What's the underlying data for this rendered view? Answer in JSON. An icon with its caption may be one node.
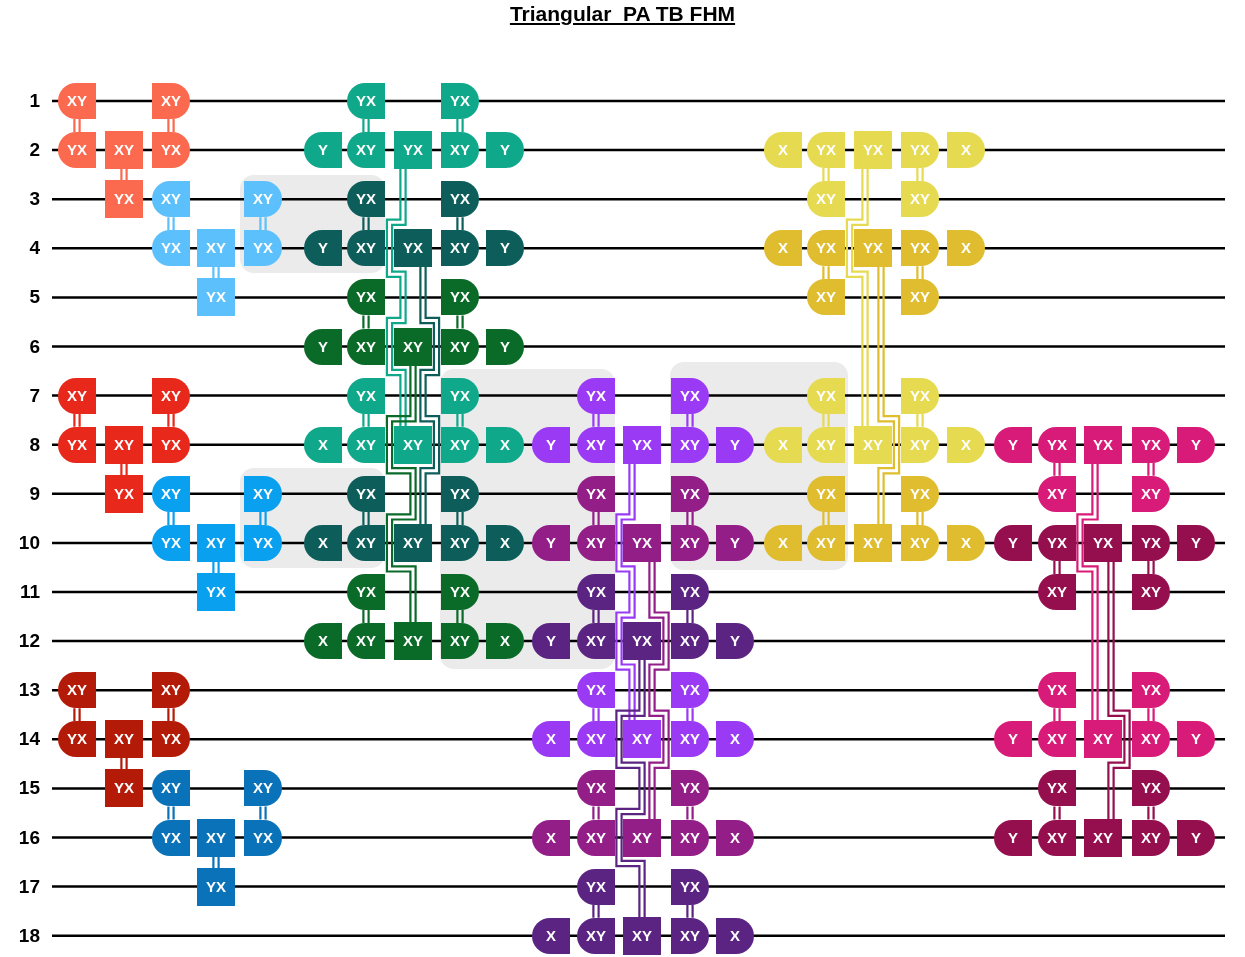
{
  "diagram": {
    "title": "Triangular  PA TB FHM",
    "nodes": [
      {
        "text": [
          "XY"
        ]
      },
      {
        "text": [
          "YX"
        ]
      },
      {
        "text": [
          "XY"
        ]
      },
      {
        "text": [
          "YX"
        ]
      },
      {
        "text": [
          "XY"
        ]
      },
      {
        "text": [
          "YX"
        ]
      },
      {
        "text": [
          "XY"
        ]
      },
      {
        "text": [
          "YX"
        ]
      },
      {
        "text": [
          "XY"
        ]
      },
      {
        "text": [
          "YX"
        ]
      },
      {
        "text": [
          "XY"
        ]
      },
      {
        "text": [
          "YX"
        ]
      },
      {
        "text": [
          "XY"
        ]
      },
      {
        "text": [
          "YX"
        ]
      },
      {
        "text": [
          "XY"
        ]
      },
      {
        "text": [
          "YX"
        ]
      },
      {
        "text": [
          "XY"
        ]
      },
      {
        "text": [
          "YX"
        ]
      },
      {
        "text": [
          "XY"
        ]
      },
      {
        "text": [
          "YX"
        ]
      },
      {
        "text": [
          "XY"
        ]
      },
      {
        "text": [
          "YX"
        ]
      },
      {
        "text": [
          "XY"
        ]
      },
      {
        "text": [
          "YX"
        ]
      },
      {
        "text": [
          "XY"
        ]
      },
      {
        "text": [
          "YX"
        ]
      },
      {
        "text": [
          "XY"
        ]
      },
      {
        "text": [
          "YX"
        ]
      },
      {
        "text": [
          "XY"
        ]
      },
      {
        "text": [
          "YX"
        ]
      },
      {
        "text": [
          "XY"
        ]
      },
      {
        "text": [
          "YX"
        ]
      },
      {
        "text": [
          "XY"
        ]
      },
      {
        "text": [
          "YX"
        ]
      },
      {
        "text": [
          "XY"
        ]
      },
      {
        "text": [
          "YX"
        ]
      },
      {
        "text": [
          "Y"
        ]
      },
      {
        "text": [
          "Y"
        ]
      },
      {
        "text": [
          "Y"
        ]
      },
      {
        "text": [
          "X"
        ]
      },
      {
        "text": [
          "X"
        ]
      },
      {
        "text": [
          "X"
        ]
      },
      {
        "text": [
          "YX"
        ]
      },
      {
        "text": [
          "XY"
        ]
      },
      {
        "text": [
          "YX"
        ]
      },
      {
        "text": [
          "XY"
        ]
      },
      {
        "text": [
          "YX"
        ]
      },
      {
        "text": [
          "XY"
        ]
      },
      {
        "text": [
          "YX"
        ]
      },
      {
        "text": [
          "XY"
        ]
      },
      {
        "text": [
          "YX"
        ]
      },
      {
        "text": [
          "XY"
        ]
      },
      {
        "text": [
          "YX"
        ]
      },
      {
        "text": [
          "XY"
        ]
      },
      {
        "text": [
          "YX"
        ]
      },
      {
        "text": [
          "YX"
        ]
      },
      {
        "text": [
          "XY"
        ]
      },
      {
        "text": [
          "XY"
        ]
      },
      {
        "text": [
          "XY"
        ]
      },
      {
        "text": [
          "XY"
        ]
      },
      {
        "text": [
          "YX"
        ]
      },
      {
        "text": [
          "XY"
        ]
      },
      {
        "text": [
          "YX"
        ]
      },
      {
        "text": [
          "XY"
        ]
      },
      {
        "text": [
          "YX"
        ]
      },
      {
        "text": [
          "XY"
        ]
      },
      {
        "text": [
          "YX"
        ]
      },
      {
        "text": [
          "XY"
        ]
      },
      {
        "text": [
          "YX"
        ]
      },
      {
        "text": [
          "XY"
        ]
      },
      {
        "text": [
          "YX"
        ]
      },
      {
        "text": [
          "XY"
        ]
      },
      {
        "text": [
          "Y"
        ]
      },
      {
        "text": [
          "Y"
        ]
      },
      {
        "text": [
          "Y"
        ]
      },
      {
        "text": [
          "X"
        ]
      },
      {
        "text": [
          "X"
        ]
      },
      {
        "text": [
          "X"
        ]
      },
      {
        "text": [
          "Y"
        ]
      },
      {
        "text": [
          "Y"
        ]
      },
      {
        "text": [
          "Y"
        ]
      },
      {
        "text": [
          "X"
        ]
      },
      {
        "text": [
          "X"
        ]
      },
      {
        "text": [
          "X"
        ]
      },
      {
        "text": [
          "YX"
        ]
      },
      {
        "text": [
          "XY"
        ]
      },
      {
        "text": [
          "YX"
        ]
      },
      {
        "text": [
          "XY"
        ]
      },
      {
        "text": [
          "YX"
        ]
      },
      {
        "text": [
          "XY"
        ]
      },
      {
        "text": [
          "YX"
        ]
      },
      {
        "text": [
          "XY"
        ]
      },
      {
        "text": [
          "YX"
        ]
      },
      {
        "text": [
          "XY"
        ]
      },
      {
        "text": [
          "YX"
        ]
      },
      {
        "text": [
          "XY"
        ]
      },
      {
        "text": [
          "YX"
        ]
      },
      {
        "text": [
          "YX"
        ]
      },
      {
        "text": [
          "YX"
        ]
      },
      {
        "text": [
          "XY"
        ]
      },
      {
        "text": [
          "XY"
        ]
      },
      {
        "text": [
          "XY"
        ]
      },
      {
        "text": [
          "YX"
        ]
      },
      {
        "text": [
          "XY"
        ]
      },
      {
        "text": [
          "YX"
        ]
      },
      {
        "text": [
          "XY"
        ]
      },
      {
        "text": [
          "YX"
        ]
      },
      {
        "text": [
          "XY"
        ]
      },
      {
        "text": [
          "YX"
        ]
      },
      {
        "text": [
          "XY"
        ]
      },
      {
        "text": [
          "YX"
        ]
      },
      {
        "text": [
          "XY"
        ]
      },
      {
        "text": [
          "YX"
        ]
      },
      {
        "text": [
          "XY"
        ]
      },
      {
        "text": [
          "Y"
        ]
      },
      {
        "text": [
          "Y"
        ]
      },
      {
        "text": [
          "Y"
        ]
      },
      {
        "text": [
          "X"
        ]
      },
      {
        "text": [
          "X"
        ]
      },
      {
        "text": [
          "X"
        ]
      },
      {
        "text": [
          "X"
        ]
      },
      {
        "text": [
          "X"
        ]
      },
      {
        "text": [
          "X"
        ]
      },
      {
        "text": [
          "X"
        ]
      },
      {
        "text": [
          "YX"
        ]
      },
      {
        "text": [
          "XY"
        ]
      },
      {
        "text": [
          "YX"
        ]
      },
      {
        "text": [
          "XY"
        ]
      },
      {
        "text": [
          "YX"
        ]
      },
      {
        "text": [
          "XY"
        ]
      },
      {
        "text": [
          "YX"
        ]
      },
      {
        "text": [
          "XY"
        ]
      },
      {
        "text": [
          "YX"
        ]
      },
      {
        "text": [
          "YX"
        ]
      },
      {
        "text": [
          "XY"
        ]
      },
      {
        "text": [
          "XY"
        ]
      },
      {
        "text": [
          "YX"
        ]
      },
      {
        "text": [
          "XY"
        ]
      },
      {
        "text": [
          "YX"
        ]
      },
      {
        "text": [
          "XY"
        ]
      },
      {
        "text": [
          "YX"
        ]
      },
      {
        "text": [
          "XY"
        ]
      },
      {
        "text": [
          "YX"
        ]
      },
      {
        "text": [
          "XY"
        ]
      },
      {
        "text": [
          "X"
        ]
      },
      {
        "text": [
          "X"
        ]
      },
      {
        "text": [
          "X"
        ]
      },
      {
        "text": [
          "X"
        ]
      },
      {
        "text": [
          "Y"
        ]
      },
      {
        "text": [
          "Y"
        ]
      },
      {
        "text": [
          "Y"
        ]
      },
      {
        "text": [
          "Y"
        ]
      },
      {
        "text": [
          "YX"
        ]
      },
      {
        "text": [
          "XY"
        ]
      },
      {
        "text": [
          "YX"
        ]
      },
      {
        "text": [
          "XY"
        ]
      },
      {
        "text": [
          "YX"
        ]
      },
      {
        "text": [
          "XY"
        ]
      },
      {
        "text": [
          "YX"
        ]
      },
      {
        "text": [
          "XY"
        ]
      },
      {
        "text": [
          "YX"
        ]
      },
      {
        "text": [
          "YX"
        ]
      },
      {
        "text": [
          "XY"
        ]
      },
      {
        "text": [
          "XY"
        ]
      },
      {
        "text": [
          "YX"
        ]
      },
      {
        "text": [
          "XY"
        ]
      },
      {
        "text": [
          "YX"
        ]
      },
      {
        "text": [
          "XY"
        ]
      },
      {
        "text": [
          "YX"
        ]
      },
      {
        "text": [
          "XY"
        ]
      },
      {
        "text": [
          "YX"
        ]
      },
      {
        "text": [
          "XY"
        ]
      },
      {
        "text": [
          "Y"
        ]
      },
      {
        "text": [
          "Y"
        ]
      },
      {
        "text": [
          "Y"
        ]
      },
      {
        "text": [
          "Y"
        ]
      }
    ],
    "edges": [
      {
        "from": 0,
        "to": 1,
        "arrow": "none",
        "color": "#fb6a4e"
      },
      {
        "from": 2,
        "to": 3,
        "arrow": "none",
        "color": "#e8281a"
      },
      {
        "from": 4,
        "to": 5,
        "arrow": "none",
        "color": "#b31b08"
      },
      {
        "from": 6,
        "to": 7,
        "arrow": "none",
        "color": "#fb6a4e"
      },
      {
        "from": 8,
        "to": 9,
        "arrow": "none",
        "color": "#e8281a"
      },
      {
        "from": 10,
        "to": 11,
        "arrow": "none",
        "color": "#b31b08"
      },
      {
        "from": 12,
        "to": 13,
        "arrow": "none",
        "color": "#fb6a4e"
      },
      {
        "from": 14,
        "to": 15,
        "arrow": "none",
        "color": "#5bc0fb"
      },
      {
        "from": 16,
        "to": 17,
        "arrow": "none",
        "color": "#e8281a"
      },
      {
        "from": 18,
        "to": 19,
        "arrow": "none",
        "color": "#0aa0f0"
      },
      {
        "from": 20,
        "to": 21,
        "arrow": "none",
        "color": "#b31b08"
      },
      {
        "from": 22,
        "to": 23,
        "arrow": "none",
        "color": "#0a72b8"
      },
      {
        "from": 24,
        "to": 25,
        "arrow": "none",
        "color": "#5bc0fb"
      },
      {
        "from": 26,
        "to": 27,
        "arrow": "none",
        "color": "#0aa0f0"
      },
      {
        "from": 28,
        "to": 29,
        "arrow": "none",
        "color": "#0a72b8"
      },
      {
        "from": 30,
        "to": 31,
        "arrow": "none",
        "color": "#5bc0fb"
      },
      {
        "from": 32,
        "to": 33,
        "arrow": "none",
        "color": "#0aa0f0"
      },
      {
        "from": 34,
        "to": 35,
        "arrow": "none",
        "color": "#0a72b8"
      },
      {
        "from": 42,
        "to": 43,
        "arrow": "none",
        "color": "#10a88a"
      },
      {
        "from": 44,
        "to": 45,
        "arrow": "none",
        "color": "#0d5e5a"
      },
      {
        "from": 46,
        "to": 47,
        "arrow": "none",
        "color": "#0a6a28"
      },
      {
        "from": 48,
        "to": 49,
        "arrow": "none",
        "color": "#10a88a"
      },
      {
        "from": 50,
        "to": 51,
        "arrow": "none",
        "color": "#0d5e5a"
      },
      {
        "from": 52,
        "to": 53,
        "arrow": "none",
        "color": "#0a6a28"
      },
      {
        "from": 54,
        "to": 57,
        "arrow": "none",
        "color": "#10a88a"
      },
      {
        "from": 55,
        "to": 58,
        "arrow": "none",
        "color": "#0d5e5a"
      },
      {
        "from": 56,
        "to": 59,
        "arrow": "none",
        "color": "#0a6a28"
      },
      {
        "from": 60,
        "to": 61,
        "arrow": "none",
        "color": "#10a88a"
      },
      {
        "from": 62,
        "to": 63,
        "arrow": "none",
        "color": "#0d5e5a"
      },
      {
        "from": 64,
        "to": 65,
        "arrow": "none",
        "color": "#0a6a28"
      },
      {
        "from": 66,
        "to": 67,
        "arrow": "none",
        "color": "#10a88a"
      },
      {
        "from": 68,
        "to": 69,
        "arrow": "none",
        "color": "#0d5e5a"
      },
      {
        "from": 70,
        "to": 71,
        "arrow": "none",
        "color": "#0a6a28"
      },
      {
        "from": 84,
        "to": 85,
        "arrow": "none",
        "color": "#9a3af5"
      },
      {
        "from": 86,
        "to": 87,
        "arrow": "none",
        "color": "#931e88"
      },
      {
        "from": 88,
        "to": 89,
        "arrow": "none",
        "color": "#5c2482"
      },
      {
        "from": 90,
        "to": 91,
        "arrow": "none",
        "color": "#9a3af5"
      },
      {
        "from": 92,
        "to": 93,
        "arrow": "none",
        "color": "#931e88"
      },
      {
        "from": 94,
        "to": 95,
        "arrow": "none",
        "color": "#5c2482"
      },
      {
        "from": 96,
        "to": 99,
        "arrow": "none",
        "color": "#9a3af5"
      },
      {
        "from": 97,
        "to": 100,
        "arrow": "none",
        "color": "#931e88"
      },
      {
        "from": 98,
        "to": 101,
        "arrow": "none",
        "color": "#5c2482"
      },
      {
        "from": 102,
        "to": 103,
        "arrow": "none",
        "color": "#9a3af5"
      },
      {
        "from": 104,
        "to": 105,
        "arrow": "none",
        "color": "#931e88"
      },
      {
        "from": 106,
        "to": 107,
        "arrow": "none",
        "color": "#5c2482"
      },
      {
        "from": 108,
        "to": 109,
        "arrow": "none",
        "color": "#9a3af5"
      },
      {
        "from": 110,
        "to": 111,
        "arrow": "none",
        "color": "#931e88"
      },
      {
        "from": 112,
        "to": 113,
        "arrow": "none",
        "color": "#5c2482"
      },
      {
        "from": 124,
        "to": 125,
        "arrow": "none",
        "color": "#e6da50"
      },
      {
        "from": 126,
        "to": 127,
        "arrow": "none",
        "color": "#dfbd2e"
      },
      {
        "from": 128,
        "to": 129,
        "arrow": "none",
        "color": "#e6da50"
      },
      {
        "from": 130,
        "to": 131,
        "arrow": "none",
        "color": "#dfbd2e"
      },
      {
        "from": 132,
        "to": 134,
        "arrow": "none",
        "color": "#e6da50"
      },
      {
        "from": 133,
        "to": 135,
        "arrow": "none",
        "color": "#dfbd2e"
      },
      {
        "from": 136,
        "to": 137,
        "arrow": "none",
        "color": "#e6da50"
      },
      {
        "from": 138,
        "to": 139,
        "arrow": "none",
        "color": "#dfbd2e"
      },
      {
        "from": 140,
        "to": 141,
        "arrow": "none",
        "color": "#e6da50"
      },
      {
        "from": 142,
        "to": 143,
        "arrow": "none",
        "color": "#dfbd2e"
      },
      {
        "from": 152,
        "to": 153,
        "arrow": "none",
        "color": "#d81b78"
      },
      {
        "from": 154,
        "to": 155,
        "arrow": "none",
        "color": "#950f4e"
      },
      {
        "from": 156,
        "to": 157,
        "arrow": "none",
        "color": "#d81b78"
      },
      {
        "from": 158,
        "to": 159,
        "arrow": "none",
        "color": "#950f4e"
      },
      {
        "from": 160,
        "to": 162,
        "arrow": "none",
        "color": "#d81b78"
      },
      {
        "from": 161,
        "to": 163,
        "arrow": "none",
        "color": "#950f4e"
      },
      {
        "from": 164,
        "to": 165,
        "arrow": "none",
        "color": "#d81b78"
      },
      {
        "from": 166,
        "to": 167,
        "arrow": "none",
        "color": "#950f4e"
      },
      {
        "from": 168,
        "to": 169,
        "arrow": "none",
        "color": "#d81b78"
      },
      {
        "from": 170,
        "to": 171,
        "arrow": "none",
        "color": "#950f4e"
      }
    ],
    "labels": [
      "1",
      "2",
      "3",
      "4",
      "5",
      "6",
      "7",
      "8",
      "9",
      "10",
      "11",
      "12",
      "13",
      "14",
      "15",
      "16",
      "17",
      "18"
    ]
  }
}
